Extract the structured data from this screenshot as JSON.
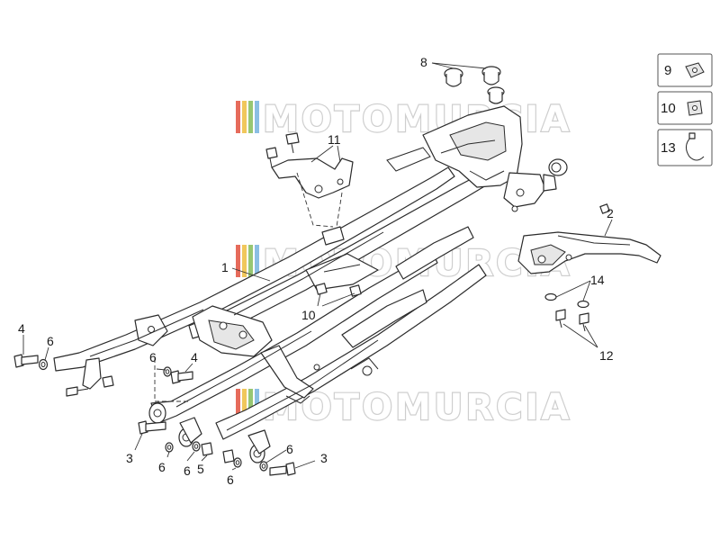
{
  "watermark": {
    "text": "MOTOMURCIA",
    "stripe_colors": [
      "#e45b4a",
      "#f0c24a",
      "#8cc063",
      "#7fb8e0"
    ]
  },
  "callouts": [
    {
      "id": "c-1",
      "text": "1"
    },
    {
      "id": "c-2",
      "text": "2"
    },
    {
      "id": "c-3a",
      "text": "3"
    },
    {
      "id": "c-3b",
      "text": "3"
    },
    {
      "id": "c-4a",
      "text": "4"
    },
    {
      "id": "c-4b",
      "text": "4"
    },
    {
      "id": "c-5",
      "text": "5"
    },
    {
      "id": "c-6a",
      "text": "6"
    },
    {
      "id": "c-6b",
      "text": "6"
    },
    {
      "id": "c-6c",
      "text": "6"
    },
    {
      "id": "c-6d",
      "text": "6"
    },
    {
      "id": "c-6e",
      "text": "6"
    },
    {
      "id": "c-6f",
      "text": "6"
    },
    {
      "id": "c-8",
      "text": "8"
    },
    {
      "id": "c-10",
      "text": "10"
    },
    {
      "id": "c-11",
      "text": "11"
    },
    {
      "id": "c-12",
      "text": "12"
    },
    {
      "id": "c-14",
      "text": "14"
    }
  ],
  "side_parts": [
    {
      "num": "9",
      "icon": "clip-nut-icon"
    },
    {
      "num": "10",
      "icon": "square-nut-icon"
    },
    {
      "num": "13",
      "icon": "cable-tie-icon"
    }
  ]
}
